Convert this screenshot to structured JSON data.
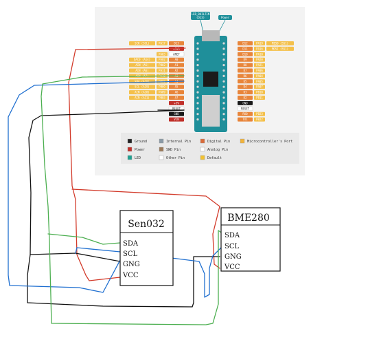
{
  "board": {
    "led_builtin": "LED_BUILTIN",
    "led_pin": "(D13)",
    "power": "Power",
    "left_pins": [
      {
        "port": "SCK (SCL)",
        "pin": "PA17",
        "num": "D13",
        "kind": "digital"
      },
      {
        "port": "",
        "pin": "",
        "num": "+3V3",
        "kind": "power"
      },
      {
        "port": "",
        "pin": "PA03",
        "num": "AREF",
        "kind": "other"
      },
      {
        "port": "DAC0 (A14)",
        "pin": "PA02",
        "num": "A0",
        "kind": "digital"
      },
      {
        "port": "AIN (A5)",
        "pin": "PB02",
        "num": "A1",
        "kind": "digital"
      },
      {
        "port": "AIN (A6)",
        "pin": "PA11",
        "num": "A2",
        "kind": "digital"
      },
      {
        "port": "AIN (A7)",
        "pin": "PA10",
        "num": "A3",
        "kind": "digital"
      },
      {
        "port": "SDA (A18)",
        "pin": "PB08",
        "num": "A4",
        "kind": "digital"
      },
      {
        "port": "SCL (A19)",
        "pin": "PB09",
        "num": "A5",
        "kind": "digital"
      },
      {
        "port": "AIN (A10)",
        "pin": "PA09",
        "num": "A6",
        "kind": "digital"
      },
      {
        "port": "AIN (A11)",
        "pin": "PB03",
        "num": "A7",
        "kind": "digital"
      },
      {
        "port": "",
        "pin": "",
        "num": "+5V",
        "kind": "power"
      },
      {
        "port": "",
        "pin": "",
        "num": "RESET",
        "kind": "other"
      },
      {
        "port": "",
        "pin": "",
        "num": "GND",
        "kind": "ground"
      },
      {
        "port": "",
        "pin": "",
        "num": "VIN",
        "kind": "power"
      }
    ],
    "right_pins": [
      {
        "num": "D12",
        "pin": "PA19",
        "port": "MISO (SS1)",
        "kind": "digital"
      },
      {
        "num": "D11",
        "pin": "PA16",
        "port": "MOSI (SS1)",
        "kind": "digital"
      },
      {
        "num": "D10",
        "pin": "PA18",
        "port": "",
        "kind": "digital"
      },
      {
        "num": "D9",
        "pin": "PA20",
        "port": "",
        "kind": "digital"
      },
      {
        "num": "D8",
        "pin": "PA21",
        "port": "",
        "kind": "digital"
      },
      {
        "num": "D7",
        "pin": "PA06",
        "port": "",
        "kind": "digital"
      },
      {
        "num": "D6",
        "pin": "PA04",
        "port": "",
        "kind": "digital"
      },
      {
        "num": "D5",
        "pin": "PA05",
        "port": "",
        "kind": "digital"
      },
      {
        "num": "D4",
        "pin": "PA07",
        "port": "",
        "kind": "digital"
      },
      {
        "num": "D3",
        "pin": "PB10",
        "port": "",
        "kind": "digital"
      },
      {
        "num": "D2",
        "pin": "PB11",
        "port": "",
        "kind": "digital"
      },
      {
        "num": "GND",
        "pin": "",
        "port": "",
        "kind": "ground"
      },
      {
        "num": "RESET",
        "pin": "",
        "port": "",
        "kind": "other"
      },
      {
        "num": "RX0",
        "pin": "PB23",
        "port": "",
        "kind": "digital"
      },
      {
        "num": "TX1",
        "pin": "PB22",
        "port": "",
        "kind": "digital"
      }
    ]
  },
  "legend": [
    {
      "label": "Ground",
      "color": "#222222"
    },
    {
      "label": "Internal Pin",
      "color": "#8a9aa6"
    },
    {
      "label": "Digital Pin",
      "color": "#d96b3a"
    },
    {
      "label": "Microcontroller's Port",
      "color": "#f2b43c"
    },
    {
      "label": "Power",
      "color": "#c0302a"
    },
    {
      "label": "SWD Pin",
      "color": "#9c7a5a"
    },
    {
      "label": "Analog Pin",
      "color": "#ffffff"
    },
    {
      "label": "LED",
      "color": "#20a090"
    },
    {
      "label": "Other Pin",
      "color": "#ffffff"
    },
    {
      "label": "Default",
      "color": "#f2c230"
    }
  ],
  "sensors": {
    "sen032": {
      "title": "Sen032",
      "pins": [
        "SDA",
        "SCL",
        "GNG",
        "VCC"
      ]
    },
    "bme280": {
      "title": "BME280",
      "pins": [
        "SDA",
        "SCL",
        "GNG",
        "VCC"
      ]
    }
  },
  "colors": {
    "board_teal": "#1f8f9a",
    "wire_red": "#d23a2a",
    "wire_blue": "#1f6fd0",
    "wire_green": "#4caf50",
    "wire_black": "#111111",
    "digital": "#e8853a",
    "port": "#f4c04a",
    "power": "#c0302a",
    "ground": "#1a1a1a"
  }
}
